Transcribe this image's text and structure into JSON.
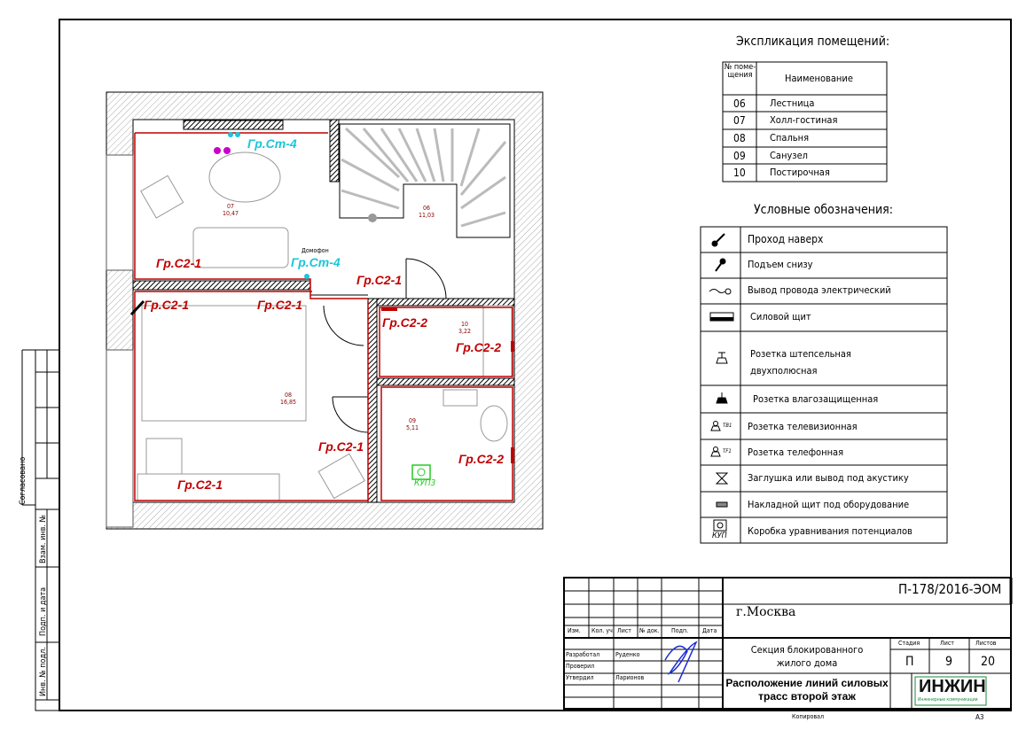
{
  "explication": {
    "title": "Экспликация помещений:",
    "col_num": "№ поме- щения",
    "col_name": "Наименование",
    "rows": [
      {
        "num": "06",
        "name": "Лестница"
      },
      {
        "num": "07",
        "name": "Холл-гостиная"
      },
      {
        "num": "08",
        "name": "Спальня"
      },
      {
        "num": "09",
        "name": "Санузел"
      },
      {
        "num": "10",
        "name": "Постирочная"
      }
    ]
  },
  "legend": {
    "title": "Условные обозначения:",
    "items": [
      {
        "icon": "riser-up-icon",
        "label": "Проход наверх"
      },
      {
        "icon": "riser-down-icon",
        "label": "Подъем снизу"
      },
      {
        "icon": "wire-outlet-icon",
        "label": "Вывод провода электрический"
      },
      {
        "icon": "power-panel-icon",
        "label": "Силовой щит"
      },
      {
        "icon": "socket-icon",
        "label": "Розетка штепсельная двухполюсная"
      },
      {
        "icon": "waterproof-socket-icon",
        "label": "Розетка влагозащищенная"
      },
      {
        "icon": "tv-socket-icon",
        "label": "Розетка телевизионная",
        "sub": "ТВ1"
      },
      {
        "icon": "phone-socket-icon",
        "label": "Розетка телефонная",
        "sub": "TF1"
      },
      {
        "icon": "acoustic-plug-icon",
        "label": "Заглушка или вывод под акустику"
      },
      {
        "icon": "equipment-panel-icon",
        "label": "Накладной щит под оборудование"
      },
      {
        "icon": "equipotential-box-icon",
        "label": "Коробка уравнивания потенциалов",
        "sub": "КУП"
      }
    ]
  },
  "plan": {
    "rooms": [
      {
        "num": "07",
        "area": "10,47"
      },
      {
        "num": "06",
        "area": "11,03"
      },
      {
        "num": "08",
        "area": "16,85"
      },
      {
        "num": "10",
        "area": "3,22"
      },
      {
        "num": "09",
        "area": "5,11"
      }
    ],
    "labels": {
      "st4a": "Гр.Ст-4",
      "st4b": "Гр.Ст-4",
      "intercom": "Домофон",
      "c21a": "Гр.С2-1",
      "c21b": "Гр.С2-1",
      "c21c": "Гр.С2-1",
      "c21d": "Гр.С2-1",
      "c21e": "Гр.С2-1",
      "c21f": "Гр.С2-1",
      "c22a": "Гр.С2-2",
      "c22b": "Гр.С2-2",
      "c22c": "Гр.С2-2",
      "kup": "КУП3"
    },
    "colors": {
      "red": "#c00000",
      "cyan": "#19c6d8",
      "green": "#22cc22",
      "magenta": "#cc00cc"
    }
  },
  "stamp": {
    "agreed": "Согласовано",
    "inv_replace": "Взам. инв. №",
    "sign_date": "Подп. и дата",
    "inv_orig": "Инв. № подл."
  },
  "title_block": {
    "code": "П-178/2016-ЭОМ",
    "city": "г.Москва",
    "heads": [
      "Изм.",
      "Кол. уч",
      "Лист",
      "№ док.",
      "Подп.",
      "Дата"
    ],
    "roles": [
      {
        "role": "Разработал",
        "name": "Руденко"
      },
      {
        "role": "Проверил",
        "name": ""
      },
      {
        "role": "Утвердил",
        "name": "Ларионов"
      }
    ],
    "project": "Секция блокированного жилого дома",
    "sheet_title": "Расположение линий силовых трасс второй этаж",
    "stage_h": "Стадия",
    "sheet_h": "Лист",
    "sheets_h": "Листов",
    "stage": "П",
    "sheet": "9",
    "sheets": "20",
    "logo": "ИНЖИН",
    "logo_sub": "Инженерные коммуникации",
    "copied": "Копировал",
    "format": "А3"
  }
}
